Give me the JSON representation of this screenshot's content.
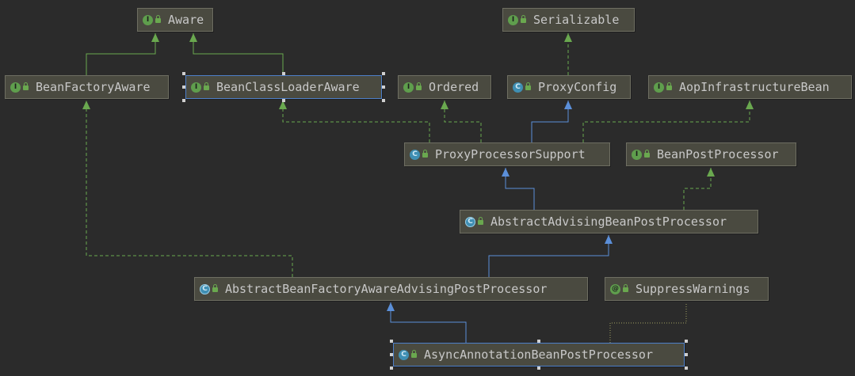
{
  "nodes": [
    {
      "id": "aware",
      "label": "Aware",
      "kind": "interface",
      "selected": false
    },
    {
      "id": "serializable",
      "label": "Serializable",
      "kind": "interface",
      "selected": false
    },
    {
      "id": "beanfactoryaware",
      "label": "BeanFactoryAware",
      "kind": "interface",
      "selected": false
    },
    {
      "id": "beanclassloaderaware",
      "label": "BeanClassLoaderAware",
      "kind": "interface",
      "selected": true
    },
    {
      "id": "ordered",
      "label": "Ordered",
      "kind": "interface",
      "selected": false
    },
    {
      "id": "proxyconfig",
      "label": "ProxyConfig",
      "kind": "class",
      "selected": false
    },
    {
      "id": "aopinfrastructurebean",
      "label": "AopInfrastructureBean",
      "kind": "interface",
      "selected": false
    },
    {
      "id": "proxyprocessorsupport",
      "label": "ProxyProcessorSupport",
      "kind": "class",
      "selected": false
    },
    {
      "id": "beanpostprocessor",
      "label": "BeanPostProcessor",
      "kind": "interface",
      "selected": false
    },
    {
      "id": "abstractadvisingbeanpostprocessor",
      "label": "AbstractAdvisingBeanPostProcessor",
      "kind": "abstract",
      "selected": false
    },
    {
      "id": "abstractbeanfactoryawareadvisingpostprocessor",
      "label": "AbstractBeanFactoryAwareAdvisingPostProcessor",
      "kind": "abstract",
      "selected": false
    },
    {
      "id": "suppresswarnings",
      "label": "SuppressWarnings",
      "kind": "annotation",
      "selected": false
    },
    {
      "id": "asyncannotationbeanpostprocessor",
      "label": "AsyncAnnotationBeanPostProcessor",
      "kind": "class",
      "selected": true
    }
  ],
  "edges": [
    {
      "from": "beanfactoryaware",
      "to": "aware",
      "type": "extends"
    },
    {
      "from": "beanclassloaderaware",
      "to": "aware",
      "type": "extends"
    },
    {
      "from": "proxyconfig",
      "to": "serializable",
      "type": "implements"
    },
    {
      "from": "proxyprocessorsupport",
      "to": "beanclassloaderaware",
      "type": "implements"
    },
    {
      "from": "proxyprocessorsupport",
      "to": "ordered",
      "type": "implements"
    },
    {
      "from": "proxyprocessorsupport",
      "to": "proxyconfig",
      "type": "extends-class"
    },
    {
      "from": "proxyprocessorsupport",
      "to": "aopinfrastructurebean",
      "type": "implements"
    },
    {
      "from": "abstractadvisingbeanpostprocessor",
      "to": "proxyprocessorsupport",
      "type": "extends-class"
    },
    {
      "from": "abstractadvisingbeanpostprocessor",
      "to": "beanpostprocessor",
      "type": "implements"
    },
    {
      "from": "abstractbeanfactoryawareadvisingpostprocessor",
      "to": "beanfactoryaware",
      "type": "implements"
    },
    {
      "from": "abstractbeanfactoryawareadvisingpostprocessor",
      "to": "abstractadvisingbeanpostprocessor",
      "type": "extends-class"
    },
    {
      "from": "asyncannotationbeanpostprocessor",
      "to": "abstractbeanfactoryawareadvisingpostprocessor",
      "type": "extends-class"
    },
    {
      "from": "asyncannotationbeanpostprocessor",
      "to": "suppresswarnings",
      "type": "annotated"
    }
  ],
  "badges": {
    "interface": {
      "letter": "I",
      "icon": "interface-icon"
    },
    "class": {
      "letter": "C",
      "icon": "class-icon"
    },
    "abstract": {
      "letter": "C",
      "icon": "abstract-class-icon"
    },
    "annotation": {
      "letter": "@",
      "icon": "annotation-icon"
    }
  },
  "colors": {
    "background": "#2b2b2b",
    "extends_class": "#5b8fd9",
    "extends_interface": "#6aa84f",
    "implements": "#6aa84f",
    "annotated": "#a0a060"
  }
}
